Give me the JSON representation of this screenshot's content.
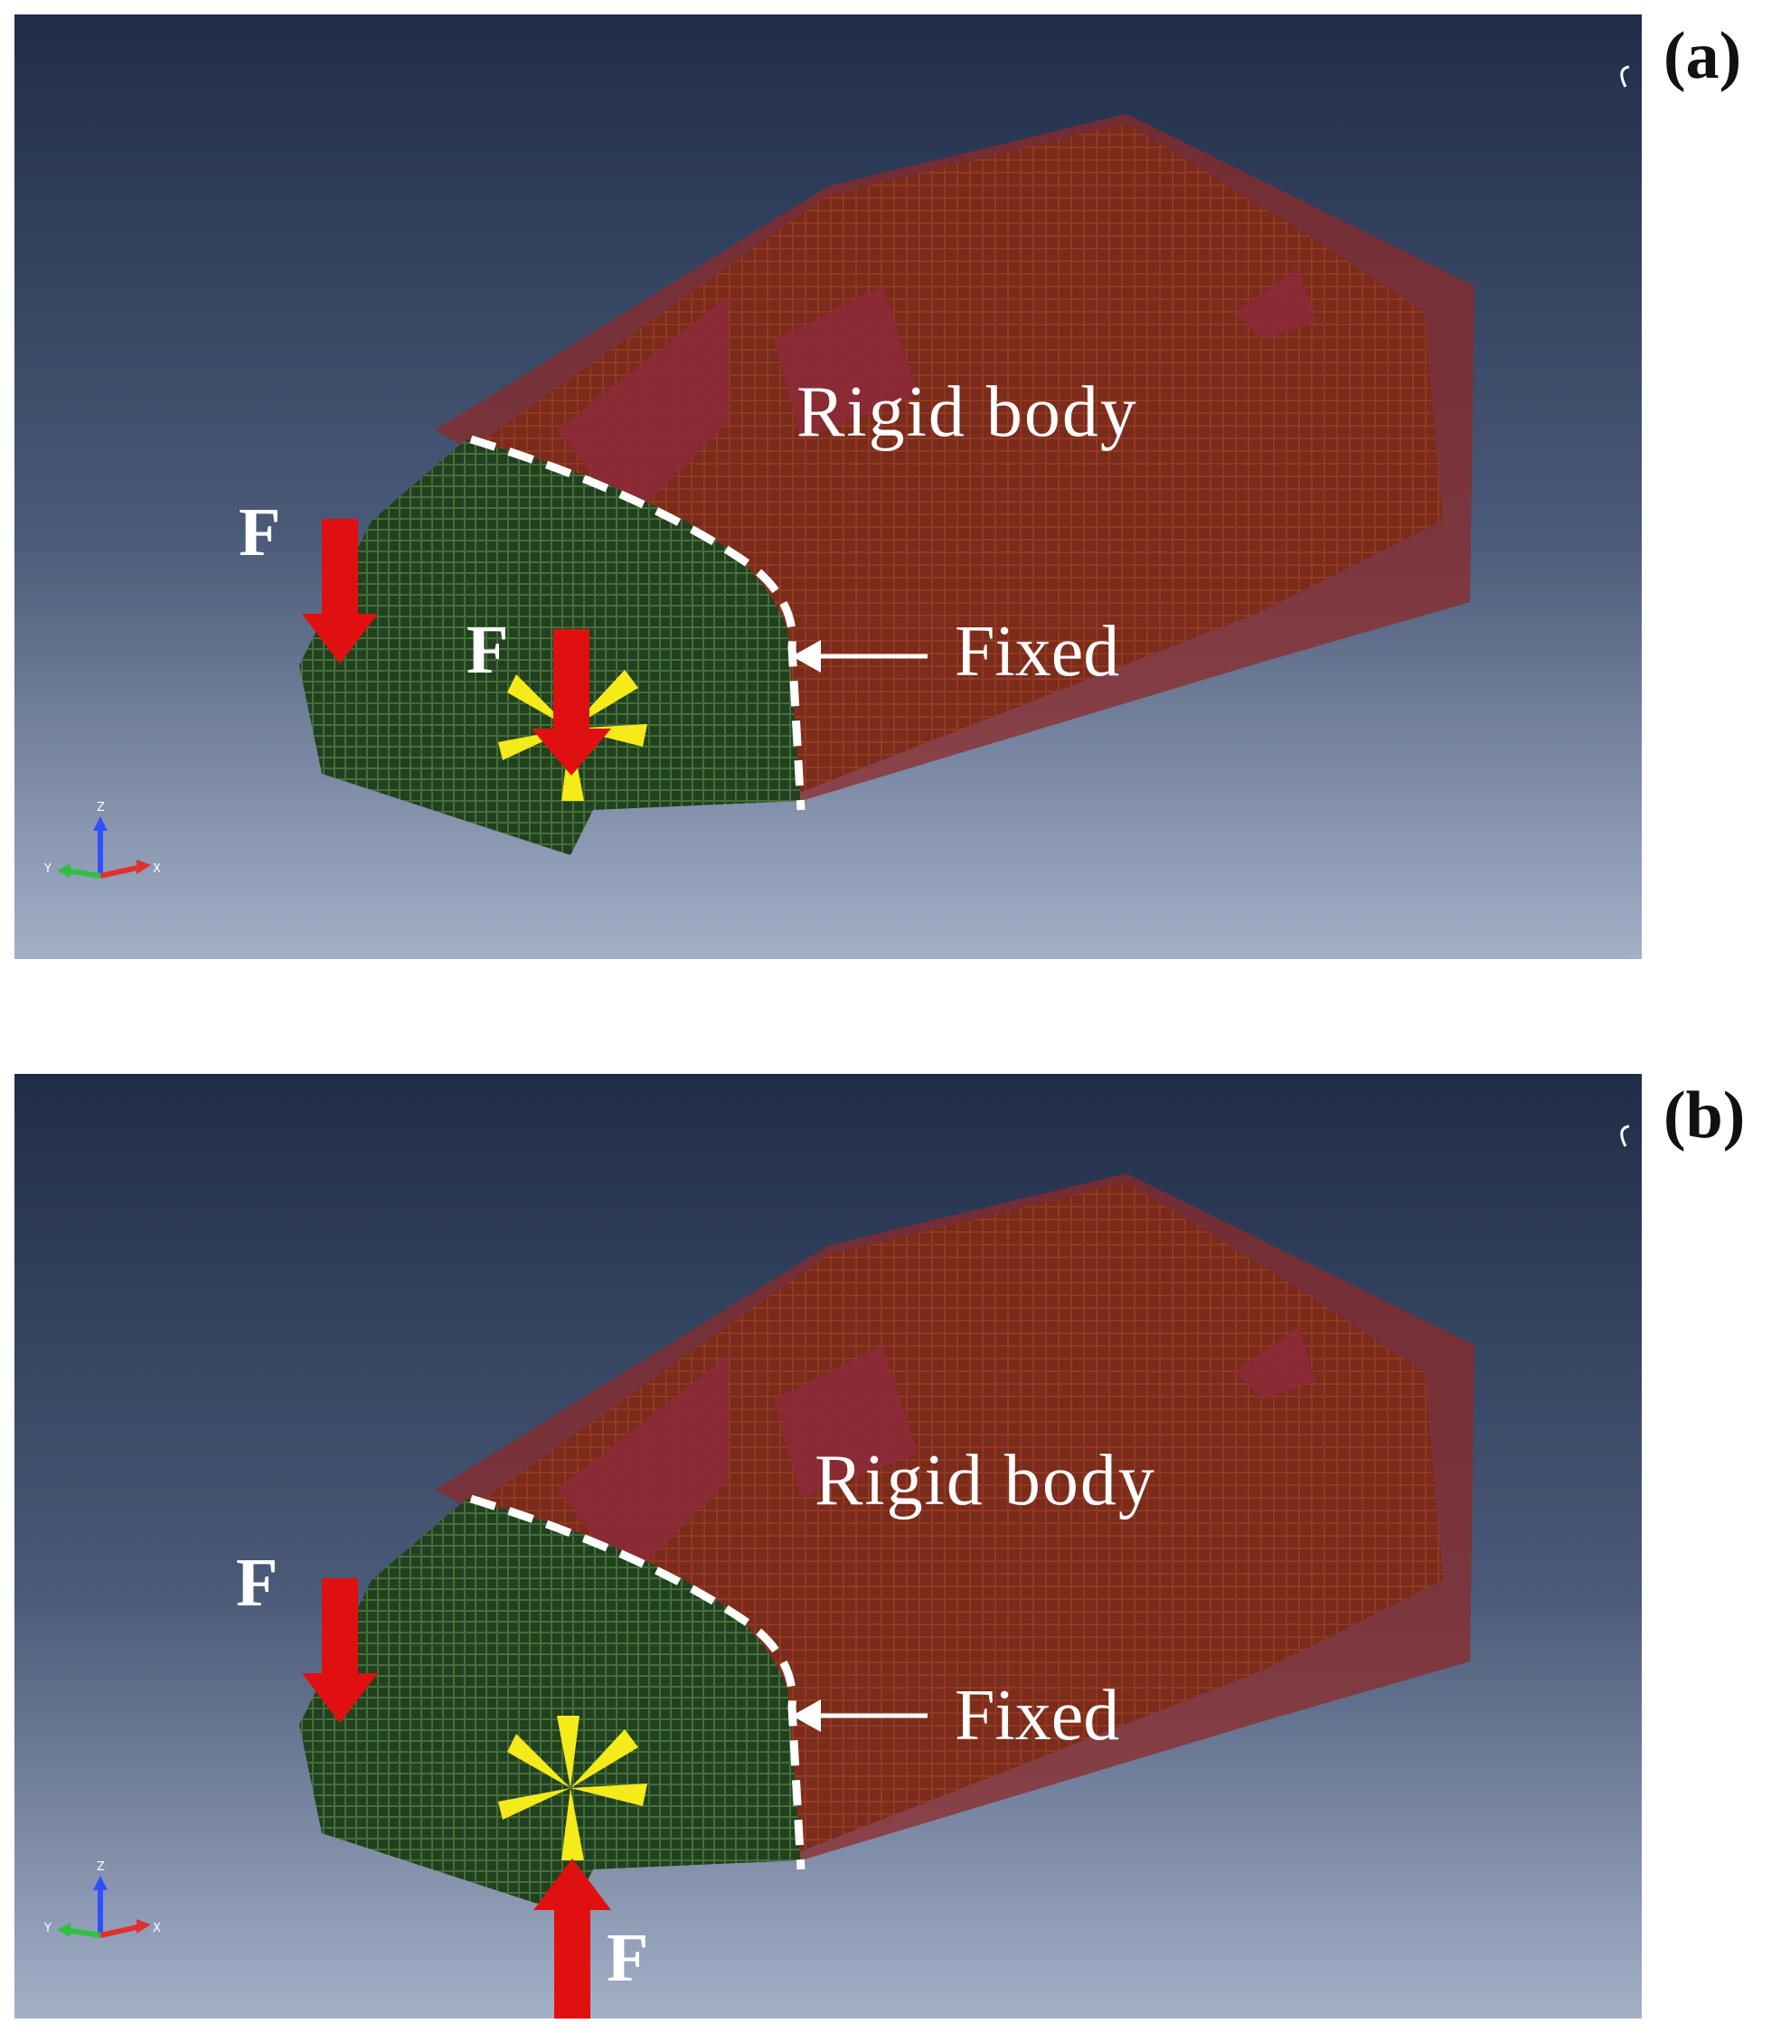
{
  "panels": [
    {
      "letter": "(a)",
      "rigid_label": "Rigid body",
      "fixed_label": "Fixed",
      "force_labels": [
        "F",
        "F"
      ],
      "axis": {
        "x": "X",
        "y": "Y",
        "z": "Z"
      }
    },
    {
      "letter": "(b)",
      "rigid_label": "Rigid body",
      "fixed_label": "Fixed",
      "force_labels": [
        "F",
        "F"
      ],
      "axis": {
        "x": "X",
        "y": "Y",
        "z": "Z"
      }
    }
  ],
  "colors": {
    "background_top": "#1f2d48",
    "background_bottom": "#a3b0c8",
    "rigid_body": "#8c2a2a",
    "rigid_body_mesh": "#7a2a18",
    "front_structure": "#2b4a28",
    "force_arrow": "#e01010",
    "load_marker": "#f5ea1a",
    "boundary_line": "#ffffff"
  }
}
